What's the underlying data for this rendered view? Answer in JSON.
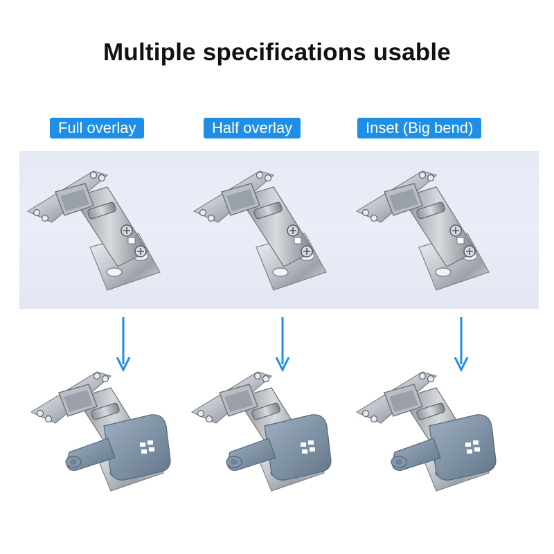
{
  "title": "Multiple specifications usable",
  "colors": {
    "label_bg": "#1e8ee6",
    "arrow": "#1e8ee6",
    "band_bg": "#e6ebf6",
    "steel": "#c9cdd3",
    "cover": "#7f93a6"
  },
  "variants": [
    {
      "label": "Full overlay"
    },
    {
      "label": "Half overlay"
    },
    {
      "label": "Inset (Big bend)"
    }
  ]
}
